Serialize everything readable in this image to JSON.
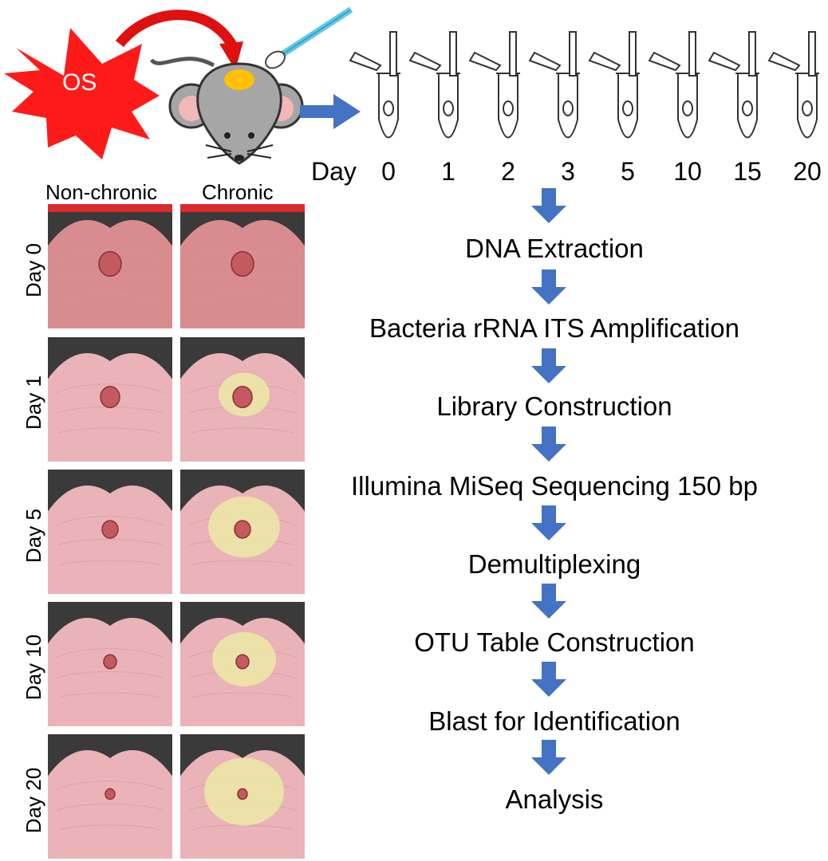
{
  "os_label": "OS",
  "timeline": {
    "day_label": "Day",
    "days": [
      "0",
      "1",
      "2",
      "3",
      "5",
      "10",
      "15",
      "20"
    ]
  },
  "photo_grid": {
    "column_headers": [
      "Non-chronic",
      "Chronic"
    ],
    "row_labels": [
      "Day 0",
      "Day 1",
      "Day 5",
      "Day 10",
      "Day 20"
    ]
  },
  "workflow_steps": [
    "DNA Extraction",
    "Bacteria rRNA ITS Amplification",
    "Library Construction",
    "Illumina MiSeq Sequencing 150 bp",
    "Demultiplexing",
    "OTU Table Construction",
    "Blast for Identification",
    "Analysis"
  ],
  "colors": {
    "os_burst": "#ff1a1a",
    "curved_arrow": "#e01010",
    "flow_arrow": "#4472c4",
    "mouse_body": "#a6a6a6",
    "wound_spot": "#ffc000",
    "swab_stick": "#5bc8e8",
    "skin": "#e9b3b8",
    "fur": "#2a2a2a",
    "slough": "#ece9a6"
  }
}
